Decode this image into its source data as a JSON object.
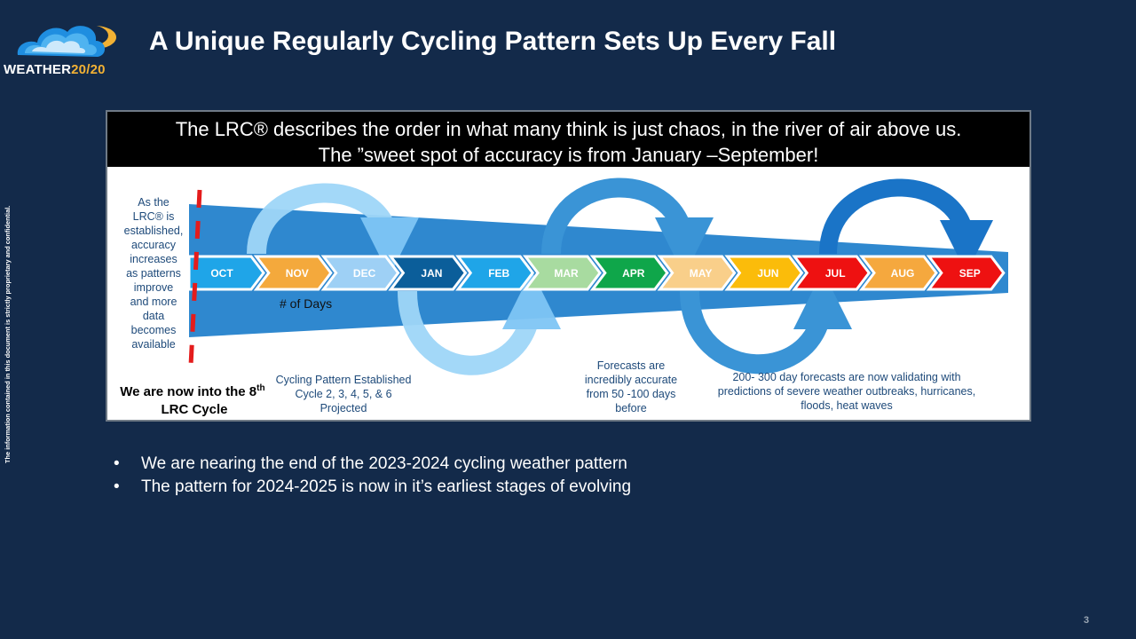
{
  "logo": {
    "name_main": "WEATHER",
    "name_accent": "20/20"
  },
  "title": "A Unique Regularly Cycling Pattern Sets Up Every Fall",
  "side_note": "The information contained in this document is strictly proprietary and confidential.",
  "panel": {
    "header_line1": "The LRC® describes the order in what many think is just chaos, in the river of air above us.",
    "header_line2": "The ”sweet spot of accuracy is from January –September!"
  },
  "diagram": {
    "left_note": [
      "As the",
      "LRC® is",
      "established,",
      "accuracy",
      "increases",
      "as patterns",
      "improve",
      "and more",
      "data",
      "becomes",
      "available"
    ],
    "months": [
      {
        "label": "OCT",
        "color": "#1fa5e8"
      },
      {
        "label": "NOV",
        "color": "#f4a93c"
      },
      {
        "label": "DEC",
        "color": "#9ed0f5"
      },
      {
        "label": "JAN",
        "color": "#0b5e9a"
      },
      {
        "label": "FEB",
        "color": "#1fa5e8"
      },
      {
        "label": "MAR",
        "color": "#a8dba0"
      },
      {
        "label": "APR",
        "color": "#0fa64a"
      },
      {
        "label": "MAY",
        "color": "#f9cf8a"
      },
      {
        "label": "JUN",
        "color": "#fbbc0a"
      },
      {
        "label": "JUL",
        "color": "#ee1111"
      },
      {
        "label": "AUG",
        "color": "#f5a83e"
      },
      {
        "label": "SEP",
        "color": "#ee1111"
      }
    ],
    "days_label": "# of Days",
    "cycle_now_line1": "We are now into the 8",
    "cycle_now_sup": "th",
    "cycle_now_line2": "LRC Cycle",
    "cycling_note": [
      "Cycling Pattern Established",
      "Cycle 2, 3, 4, 5, & 6",
      "Projected"
    ],
    "forecast_note": [
      "Forecasts are",
      "incredibly accurate",
      "from 50 -100 days",
      "before"
    ],
    "longrange_note": [
      "200- 300 day forecasts are now validating with",
      "predictions of severe weather outbreaks, hurricanes,",
      "floods, heat waves"
    ],
    "colors": {
      "band": "#2f88cf",
      "text_blue": "#1e4a7a",
      "dash": "#e41c1c"
    }
  },
  "bullets": [
    "We are nearing the end of the 2023-2024 cycling weather pattern",
    "The pattern for 2024-2025 is now in it’s earliest stages of evolving"
  ],
  "page_number": "3"
}
